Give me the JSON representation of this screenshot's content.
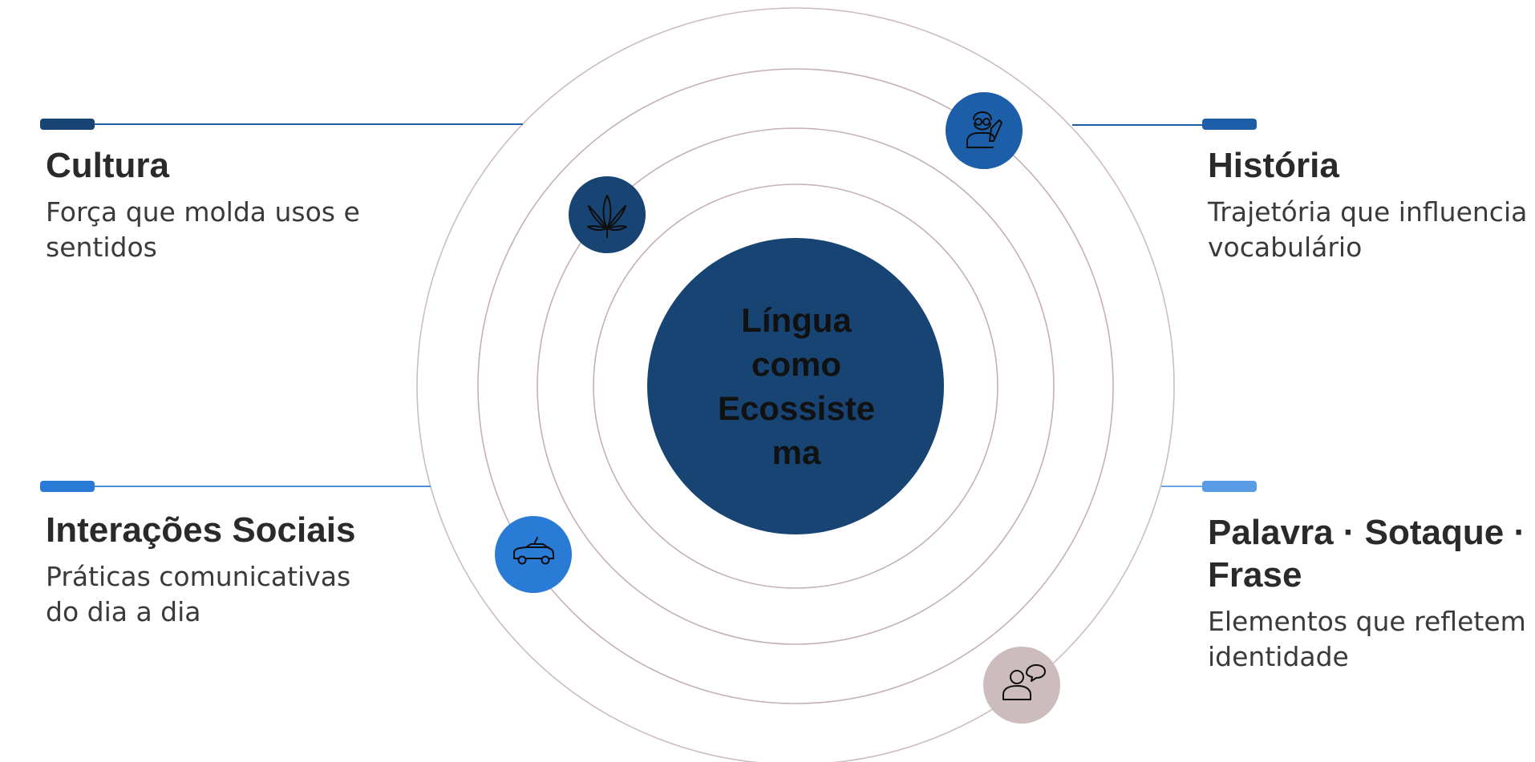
{
  "center": {
    "label": "Língua como Ecossistema",
    "color": "#174473"
  },
  "ring_color": "#c9b6ba",
  "items": [
    {
      "title": "Cultura",
      "description": "Força que molda usos e sentidos",
      "accent": "#174473",
      "icon": "cannabis-leaf-icon"
    },
    {
      "title": "Interações Sociais",
      "description": "Práticas comunicativas do dia a dia",
      "accent": "#2a7bd6",
      "icon": "convertible-car-icon"
    },
    {
      "title": "História",
      "description": "Trajetória que influencia vocabulário",
      "accent": "#1d5ea8",
      "icon": "scholar-writing-icon"
    },
    {
      "title": "Palavra · Sotaque · Frase",
      "description": "Elementos que refletem identidade",
      "accent": "#5a9be6",
      "icon": "conversation-icon"
    }
  ],
  "conversation_icon_color": "#ccbcbd"
}
